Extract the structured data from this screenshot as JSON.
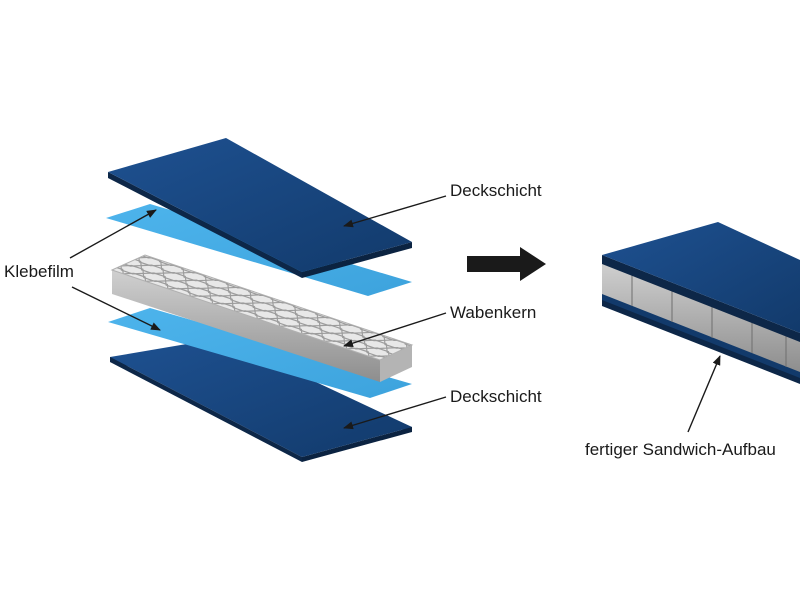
{
  "labels": {
    "cover_top": "Deckschicht",
    "adhesive": "Klebefilm",
    "core": "Wabenkern",
    "cover_bottom": "Deckschicht",
    "result": "fertiger Sandwich-Aufbau"
  },
  "colors": {
    "cover_layer": "#17457e",
    "cover_edge": "#0f2a4d",
    "adhesive_film": "#45aee8",
    "honeycomb_top": "#e8e8e8",
    "honeycomb_cell_line": "#9c9c9c",
    "honeycomb_side": "#9a9a9a",
    "arrow": "#1a1a1a",
    "text": "#1a1a1a"
  },
  "icons": {
    "process_arrow": "right-arrow-icon"
  }
}
